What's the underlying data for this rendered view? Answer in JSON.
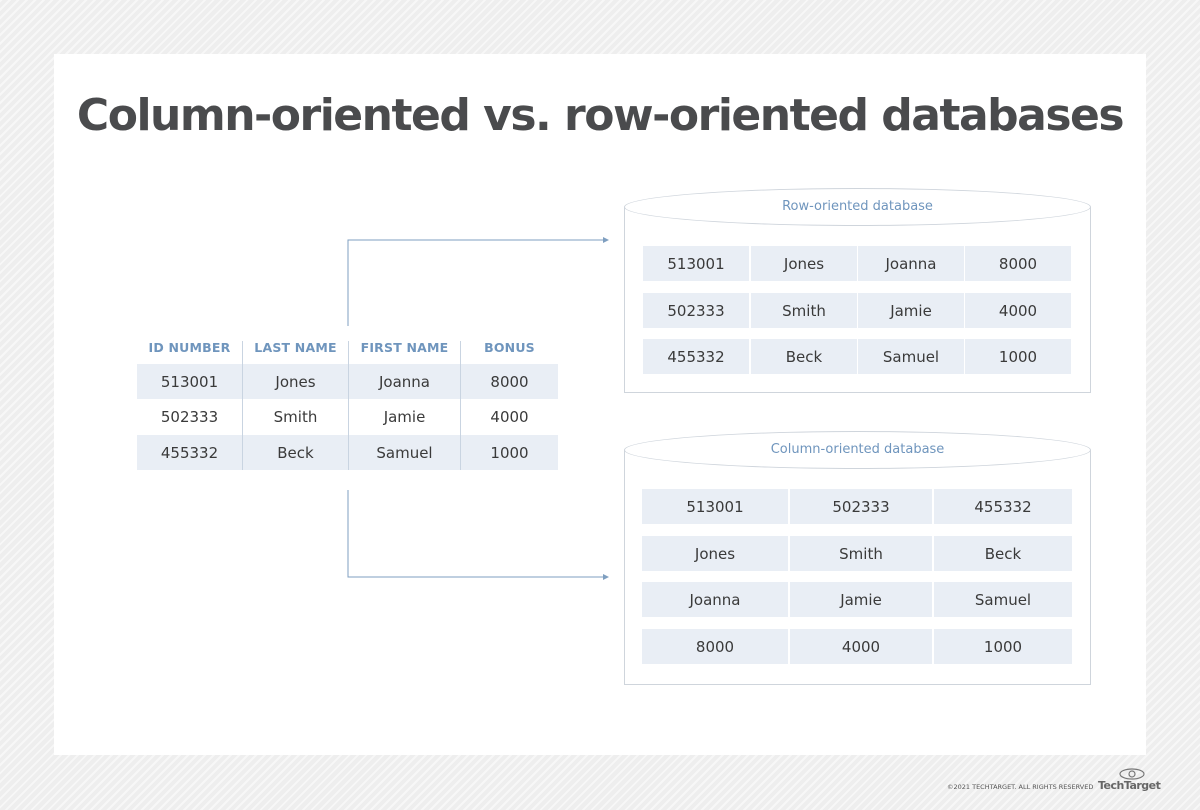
{
  "title": "Column-oriented vs. row-oriented databases",
  "source_table": {
    "headers": [
      "ID NUMBER",
      "LAST NAME",
      "FIRST NAME",
      "BONUS"
    ],
    "rows": [
      [
        "513001",
        "Jones",
        "Joanna",
        "8000"
      ],
      [
        "502333",
        "Smith",
        "Jamie",
        "4000"
      ],
      [
        "455332",
        "Beck",
        "Samuel",
        "1000"
      ]
    ]
  },
  "row_db": {
    "label": "Row-oriented database",
    "rows": [
      [
        "513001",
        "Jones",
        "Joanna",
        "8000"
      ],
      [
        "502333",
        "Smith",
        "Jamie",
        "4000"
      ],
      [
        "455332",
        "Beck",
        "Samuel",
        "1000"
      ]
    ]
  },
  "column_db": {
    "label": "Column-oriented database",
    "rows": [
      [
        "513001",
        "502333",
        "455332"
      ],
      [
        "Jones",
        "Smith",
        "Beck"
      ],
      [
        "Joanna",
        "Jamie",
        "Samuel"
      ],
      [
        "8000",
        "4000",
        "1000"
      ]
    ]
  },
  "footer": {
    "copyright": "©2021 TECHTARGET. ALL RIGHTS RESERVED",
    "logo": "TechTarget"
  },
  "colors": {
    "title": "#4a4b4d",
    "accent": "#6f95bd",
    "cell_fill": "#e9eef5",
    "arrow": "#7f9fc0"
  }
}
